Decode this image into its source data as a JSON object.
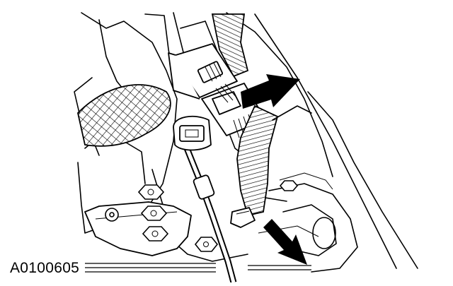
{
  "figure": {
    "id_label": "A0100605",
    "callouts": [
      {
        "name": "arrow-to-connector"
      },
      {
        "name": "arrow-to-harness-clip"
      }
    ],
    "colors": {
      "ink": "#000000",
      "paper": "#ffffff"
    }
  }
}
